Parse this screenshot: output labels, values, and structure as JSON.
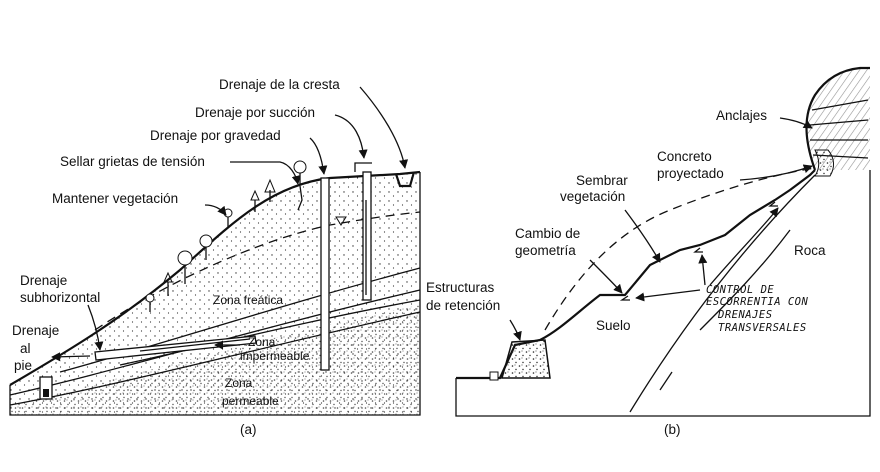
{
  "panel_a": {
    "caption": "(a)",
    "labels": {
      "crest_drain": "Drenaje de la cresta",
      "suction_drain": "Drenaje por succión",
      "gravity_drain": "Drenaje por gravedad",
      "seal_cracks": "Sellar grietas de tensión",
      "keep_vegetation": "Mantener vegetación",
      "subhorizontal_drain_1": "Drenaje",
      "subhorizontal_drain_2": "subhorizontal",
      "toe_drain_1": "Drenaje",
      "toe_drain_2": "al",
      "toe_drain_3": "pie",
      "phreatic_zone": "Zona freática",
      "impermeable_zone_1": "Zona",
      "impermeable_zone_2": "impermeable",
      "permeable_zone_1": "Zona",
      "permeable_zone_2": "permeable"
    }
  },
  "panel_b": {
    "caption": "(b)",
    "labels": {
      "anchors": "Anclajes",
      "shotcrete_1": "Concreto",
      "shotcrete_2": "proyectado",
      "sow_vegetation_1": "Sembrar",
      "sow_vegetation_2": "vegetación",
      "geometry_change_1": "Cambio de",
      "geometry_change_2": "geometría",
      "retaining_1": "Estructuras",
      "retaining_2": "de retención",
      "soil": "Suelo",
      "rock": "Roca",
      "runoff_1": "CONTROL DE",
      "runoff_2": "ESCORRENTIA CON",
      "runoff_3": "DRENAJES",
      "runoff_4": "TRANSVERSALES"
    }
  }
}
